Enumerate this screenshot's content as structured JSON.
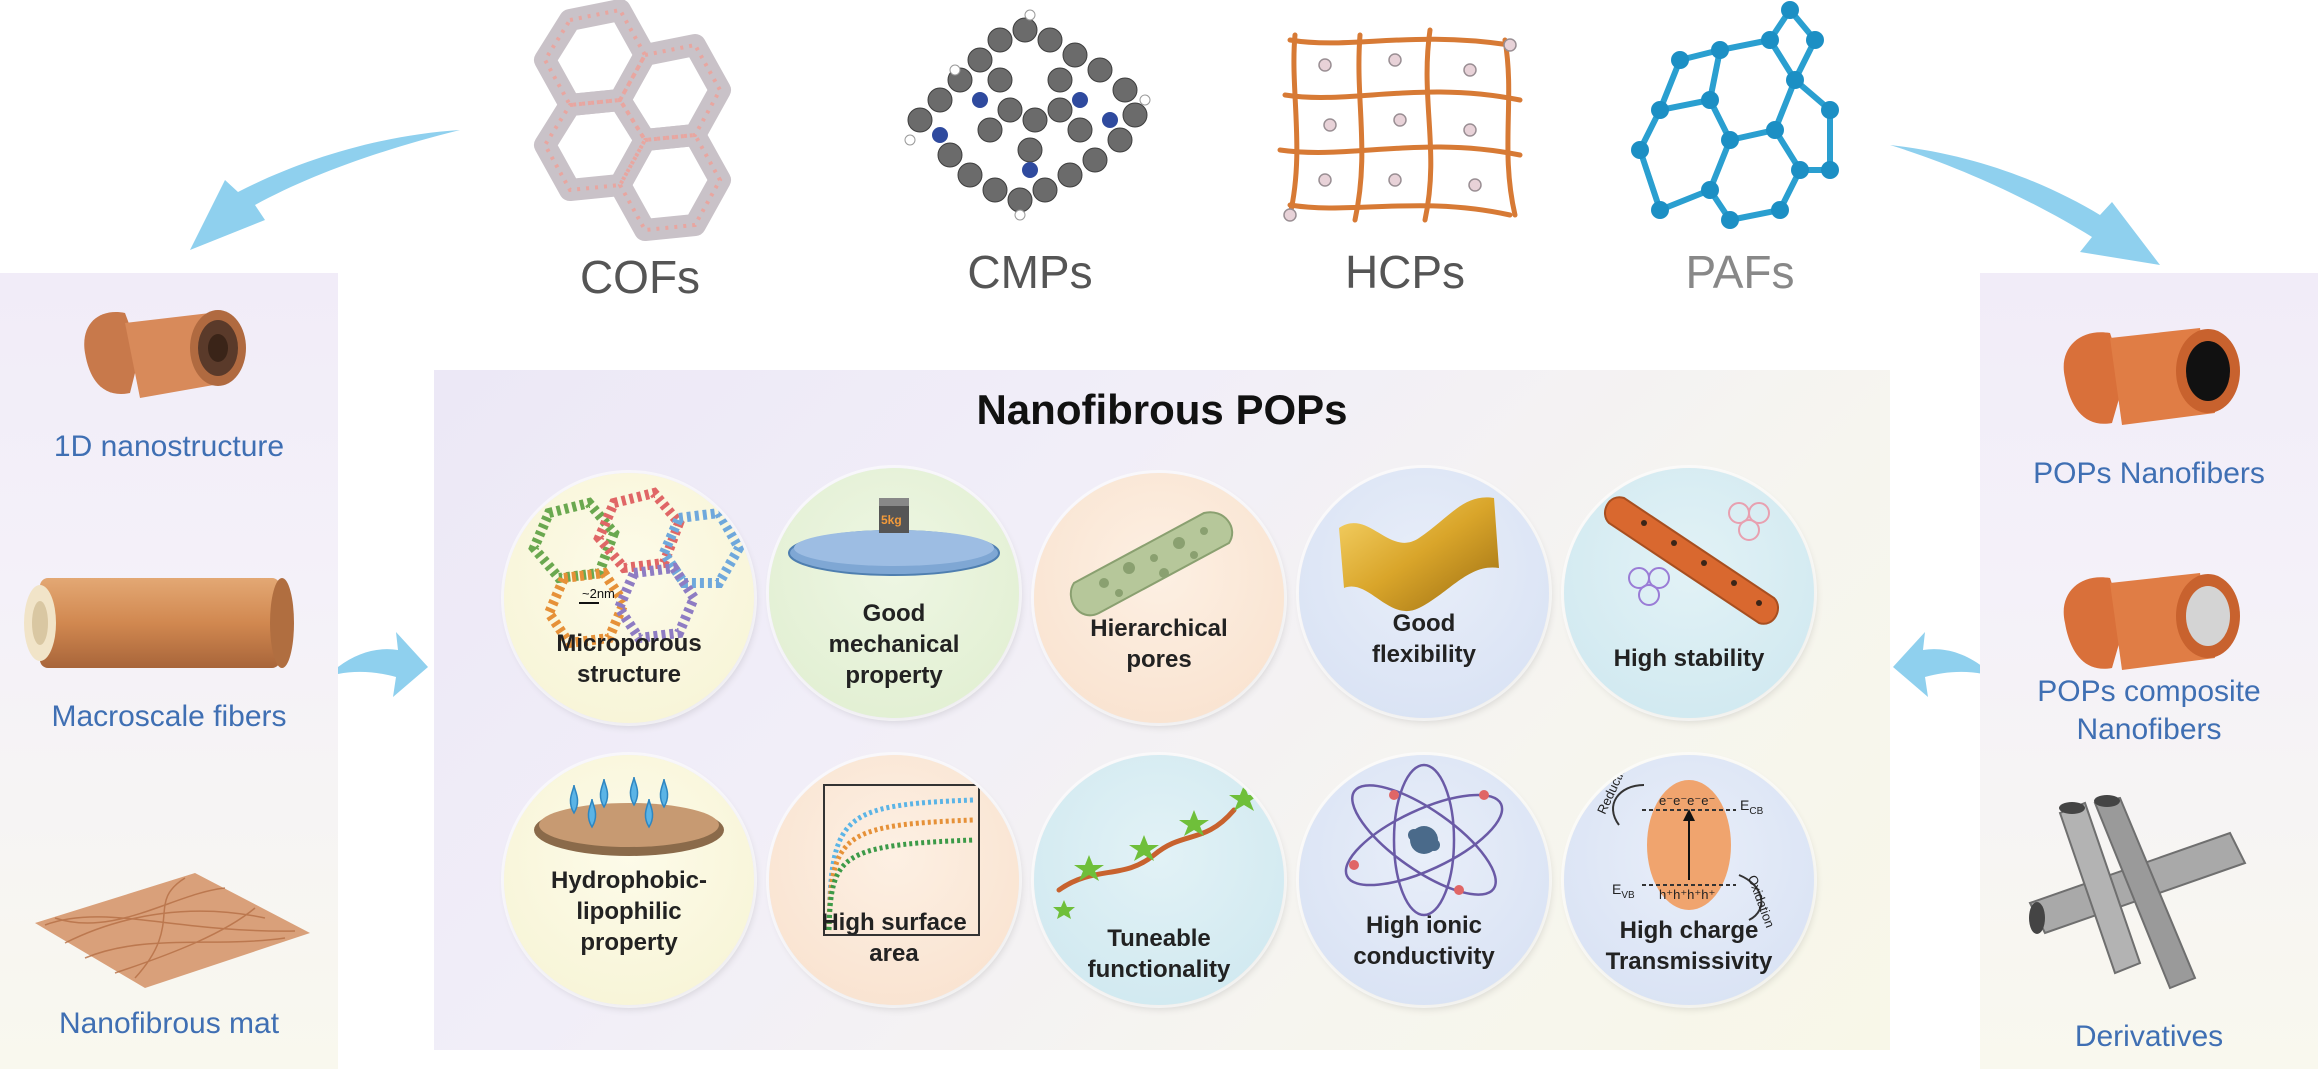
{
  "top_materials": [
    {
      "label": "COFs"
    },
    {
      "label": "CMPs"
    },
    {
      "label": "HCPs"
    },
    {
      "label": "PAFs"
    }
  ],
  "left_panel": {
    "items": [
      "1D nanostructure",
      "Macroscale fibers",
      "Nanofibrous mat"
    ]
  },
  "right_panel": {
    "items": [
      "POPs Nanofibers",
      "POPs composite\nNanofibers",
      "Derivatives"
    ]
  },
  "center": {
    "title": "Nanofibrous POPs",
    "circles": [
      {
        "label": "Microporous\nstructure",
        "inner_text": "~2nm"
      },
      {
        "label": "Good\nmechanical\nproperty",
        "inner_text": "5kg"
      },
      {
        "label": "Hierarchical\npores"
      },
      {
        "label": "Good\nflexibility"
      },
      {
        "label": "High stability"
      },
      {
        "label": "Hydrophobic-\nlipophilic\nproperty"
      },
      {
        "label": "High surface\narea"
      },
      {
        "label": "Tuneable\nfunctionality"
      },
      {
        "label": "High ionic\nconductivity"
      },
      {
        "label": "High charge\nTransmissivity",
        "reduction": "Reduction",
        "oxidation": "Oxidation",
        "ecb": "E",
        "ecb_sub": "CB",
        "evb": "E",
        "evb_sub": "VB",
        "electrons": "e⁻e⁻e⁻e⁻",
        "holes": "h⁺h⁺h⁺h⁺"
      }
    ]
  },
  "colors": {
    "side_label": "#3f6fb3",
    "arrow": "#8fd0ee",
    "fiber_orange": "#d7733a",
    "pafs_blue": "#2a9fd0",
    "hcp_orange": "#d77a35"
  }
}
